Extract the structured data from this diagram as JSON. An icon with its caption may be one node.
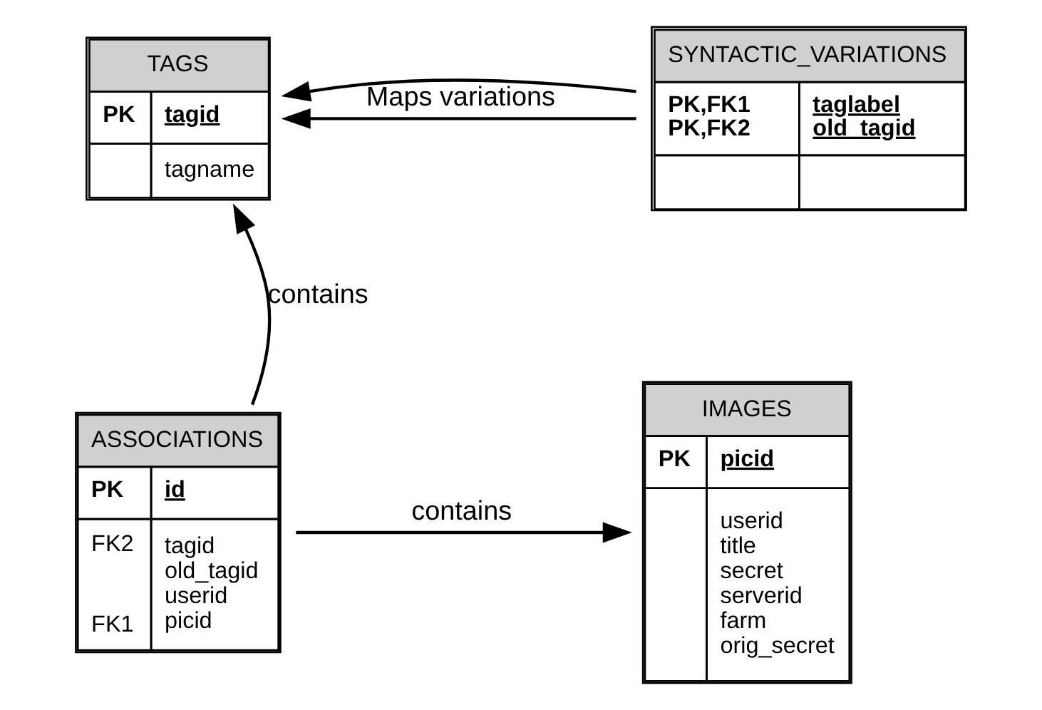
{
  "diagram": {
    "nodes": [
      {
        "text": [
          "TAGS",
          "PK",
          "tagid",
          "tagname"
        ]
      },
      {
        "text": [
          "SYNTACTIC_VARIATIONS",
          "PK,FK1",
          "taglabel",
          "PK,FK2",
          "old_tagid"
        ]
      },
      {
        "text": [
          "ASSOCIATIONS",
          "PK",
          "id",
          "FK2",
          "tagid",
          "old_tagid",
          "userid",
          "FK1",
          "picid"
        ]
      },
      {
        "text": [
          "IMAGES",
          "PK",
          "picid",
          "userid",
          "title",
          "secret",
          "serverid",
          "farm",
          "orig_secret"
        ]
      }
    ],
    "edges": [
      {
        "from": 1,
        "to": 0,
        "arrow": "to",
        "label": "Maps variations"
      },
      {
        "from": 1,
        "to": 0,
        "arrow": "to"
      },
      {
        "from": 2,
        "to": 0,
        "arrow": "to",
        "label": "contains"
      },
      {
        "from": 2,
        "to": 3,
        "arrow": "to",
        "label": "contains"
      }
    ]
  }
}
